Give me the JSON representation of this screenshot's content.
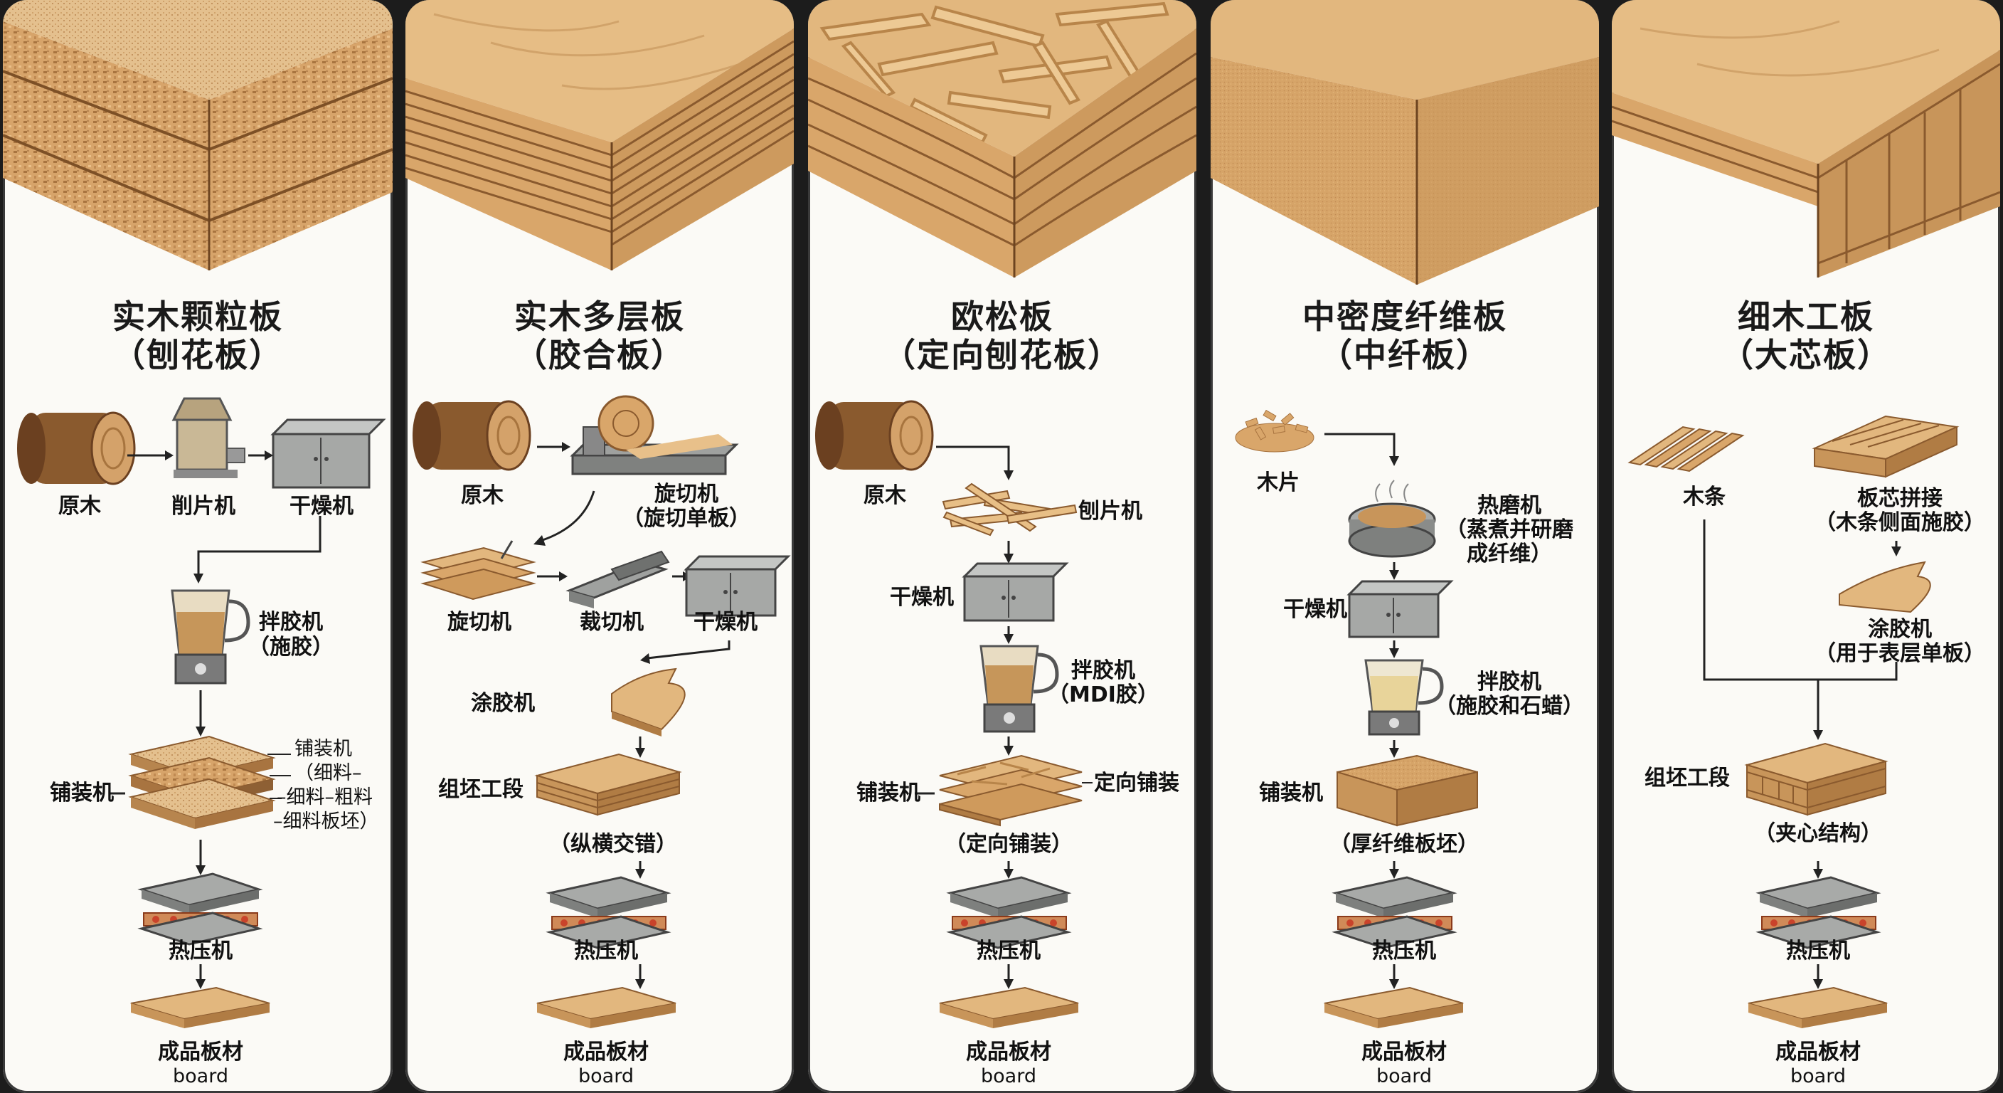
{
  "panels": [
    {
      "title": "实木颗粒板",
      "subtitle": "（刨花板）",
      "labels": {
        "log": "原木",
        "chipper": "削片机",
        "dryer": "干燥机",
        "mixer": "拌胶机",
        "mixer_note": "（施胶）",
        "forming": "铺装机",
        "forming_note1": "铺装机",
        "forming_note2": "（细料–",
        "forming_note3": "–细料–粗料",
        "forming_note4": "–细料板坯）",
        "press": "热压机",
        "product": "成品板材",
        "product_en": "board"
      }
    },
    {
      "title": "实木多层板",
      "subtitle": "（胶合板）",
      "labels": {
        "log": "原木",
        "lathe": "旋切机",
        "lathe_note": "（旋切单板）",
        "veneer": "旋切机",
        "clipper": "裁切机",
        "dryer": "干燥机",
        "glue": "涂胶机",
        "layup": "组坯工段",
        "layup_note": "（纵横交错）",
        "press": "热压机",
        "product": "成品板材",
        "product_en": "board"
      }
    },
    {
      "title": "欧松板",
      "subtitle": "（定向刨花板）",
      "labels": {
        "log": "原木",
        "flaker": "刨片机",
        "dryer": "干燥机",
        "mixer": "拌胶机",
        "mixer_note": "（MDI胶）",
        "forming": "铺装机",
        "forming_note": "定向铺装",
        "forming_sub": "（定向铺装）",
        "press": "热压机",
        "product": "成品板材",
        "product_en": "board"
      }
    },
    {
      "title": "中密度纤维板",
      "subtitle": "（中纤板）",
      "labels": {
        "chips": "木片",
        "refiner": "热磨机",
        "refiner_note1": "（蒸煮并研磨",
        "refiner_note2": "成纤维）",
        "dryer": "干燥机",
        "mixer": "拌胶机",
        "mixer_note": "（施胶和石蜡）",
        "forming": "铺装机",
        "forming_sub": "（厚纤维板坯）",
        "press": "热压机",
        "product": "成品板材",
        "product_en": "board"
      }
    },
    {
      "title": "细木工板",
      "subtitle": "（大芯板）",
      "labels": {
        "strips": "木条",
        "core": "板芯拼接",
        "core_note": "（木条侧面施胶）",
        "glue": "涂胶机",
        "glue_note": "（用于表层单板）",
        "layup": "组坯工段",
        "layup_sub": "（夹心结构）",
        "press": "热压机",
        "product": "成品板材",
        "product_en": "board"
      }
    }
  ],
  "colors": {
    "panel_bg": "#fbfaf6",
    "frame": "#1c1c1c",
    "wood_light": "#e2b77e",
    "wood_mid": "#c8955a",
    "wood_dark": "#8a5a2e",
    "machine_grey": "#9a9c9a",
    "heater_red": "#c9432b"
  }
}
